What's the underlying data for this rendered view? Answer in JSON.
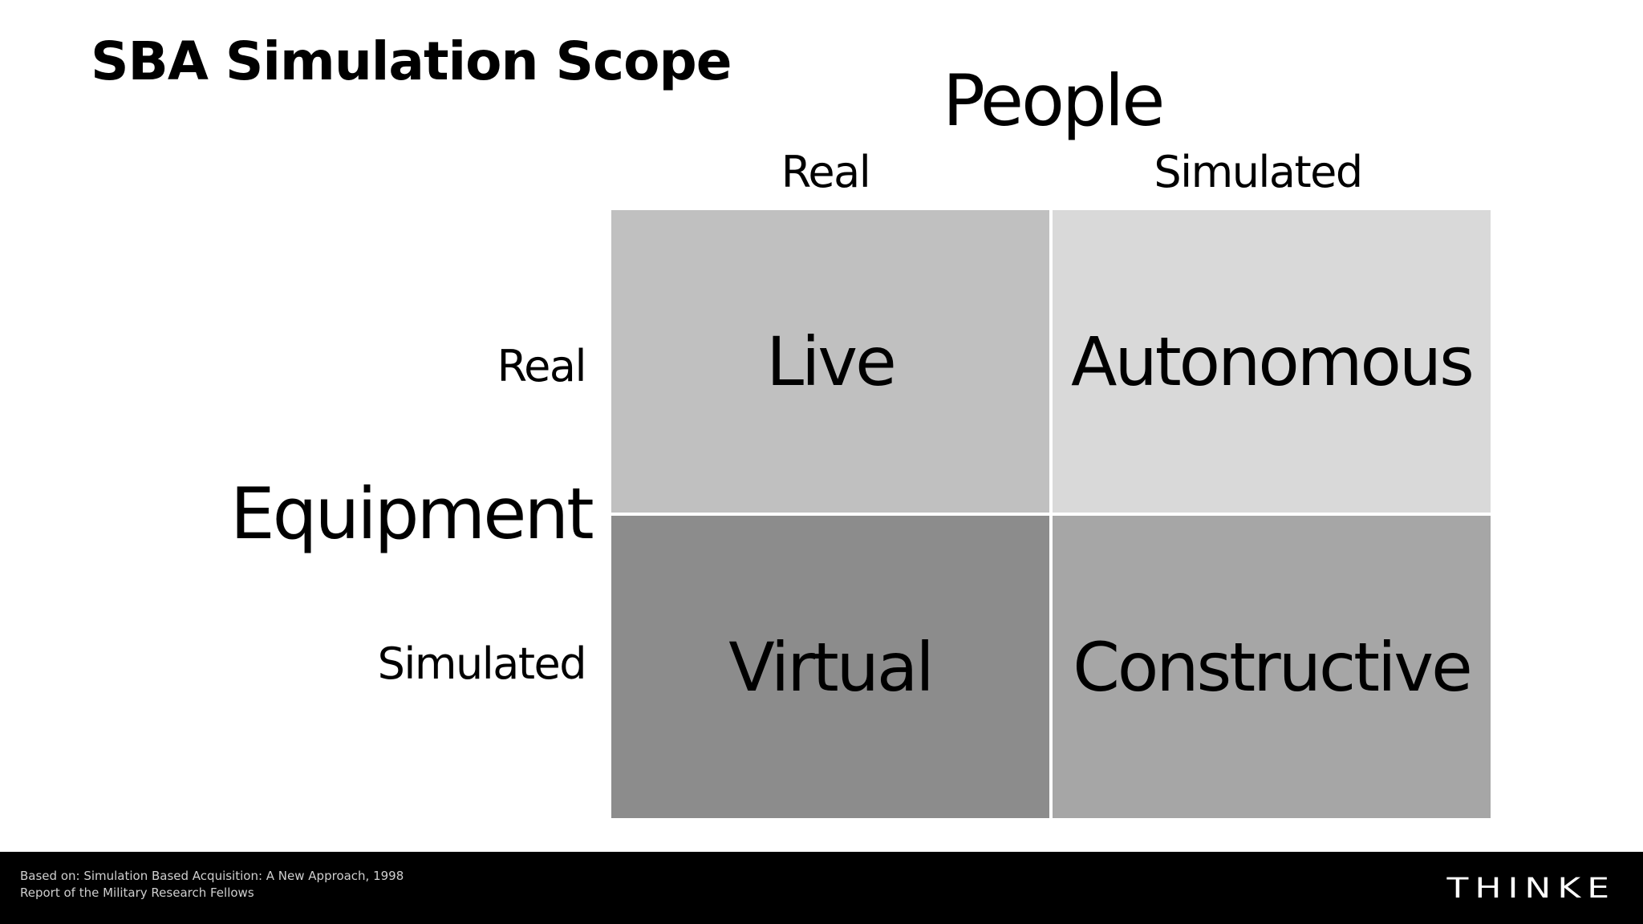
{
  "slide": {
    "title": "SBA Simulation Scope"
  },
  "matrix": {
    "column_axis": "People",
    "row_axis": "Equipment",
    "columns": [
      "Real",
      "Simulated"
    ],
    "rows": [
      "Real",
      "Simulated"
    ],
    "cells": [
      {
        "label": "Live",
        "color": "#c0c0c0"
      },
      {
        "label": "Autonomous",
        "color": "#d9d9d9"
      },
      {
        "label": "Virtual",
        "color": "#8c8c8c"
      },
      {
        "label": "Constructive",
        "color": "#a6a6a6"
      }
    ]
  },
  "footer": {
    "note_line1": "Based on: Simulation Based Acquisition: A New Approach, 1998",
    "note_line2": "Report of the Military Research Fellows",
    "logo": "THINKE",
    "background": "#000000"
  }
}
